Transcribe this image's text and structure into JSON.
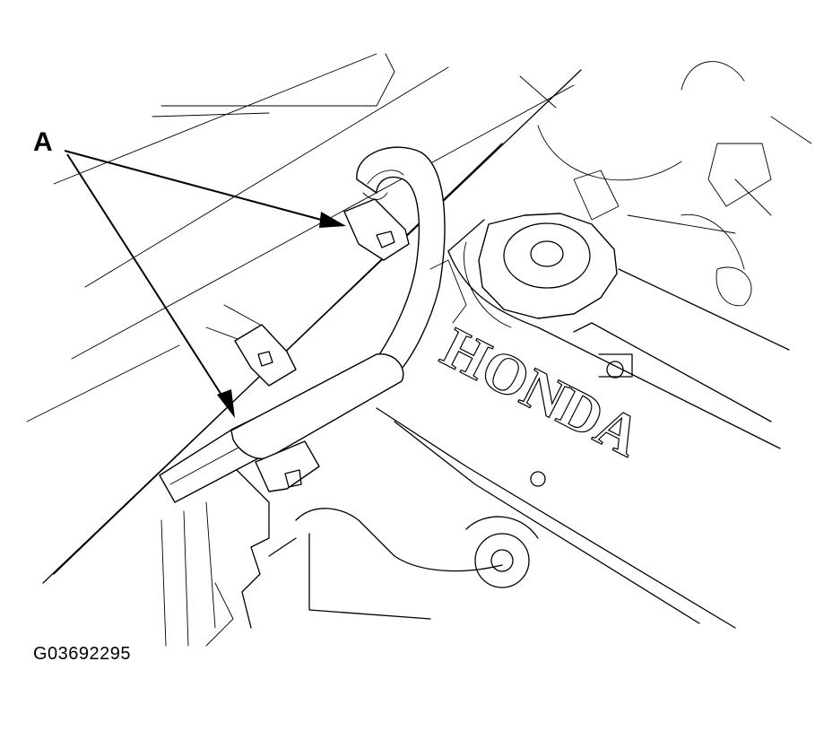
{
  "callout": {
    "label": "A"
  },
  "engine": {
    "brand": "HONDA"
  },
  "figure": {
    "id": "G03692295"
  },
  "colors": {
    "ink": "#000000",
    "paper": "#ffffff"
  }
}
